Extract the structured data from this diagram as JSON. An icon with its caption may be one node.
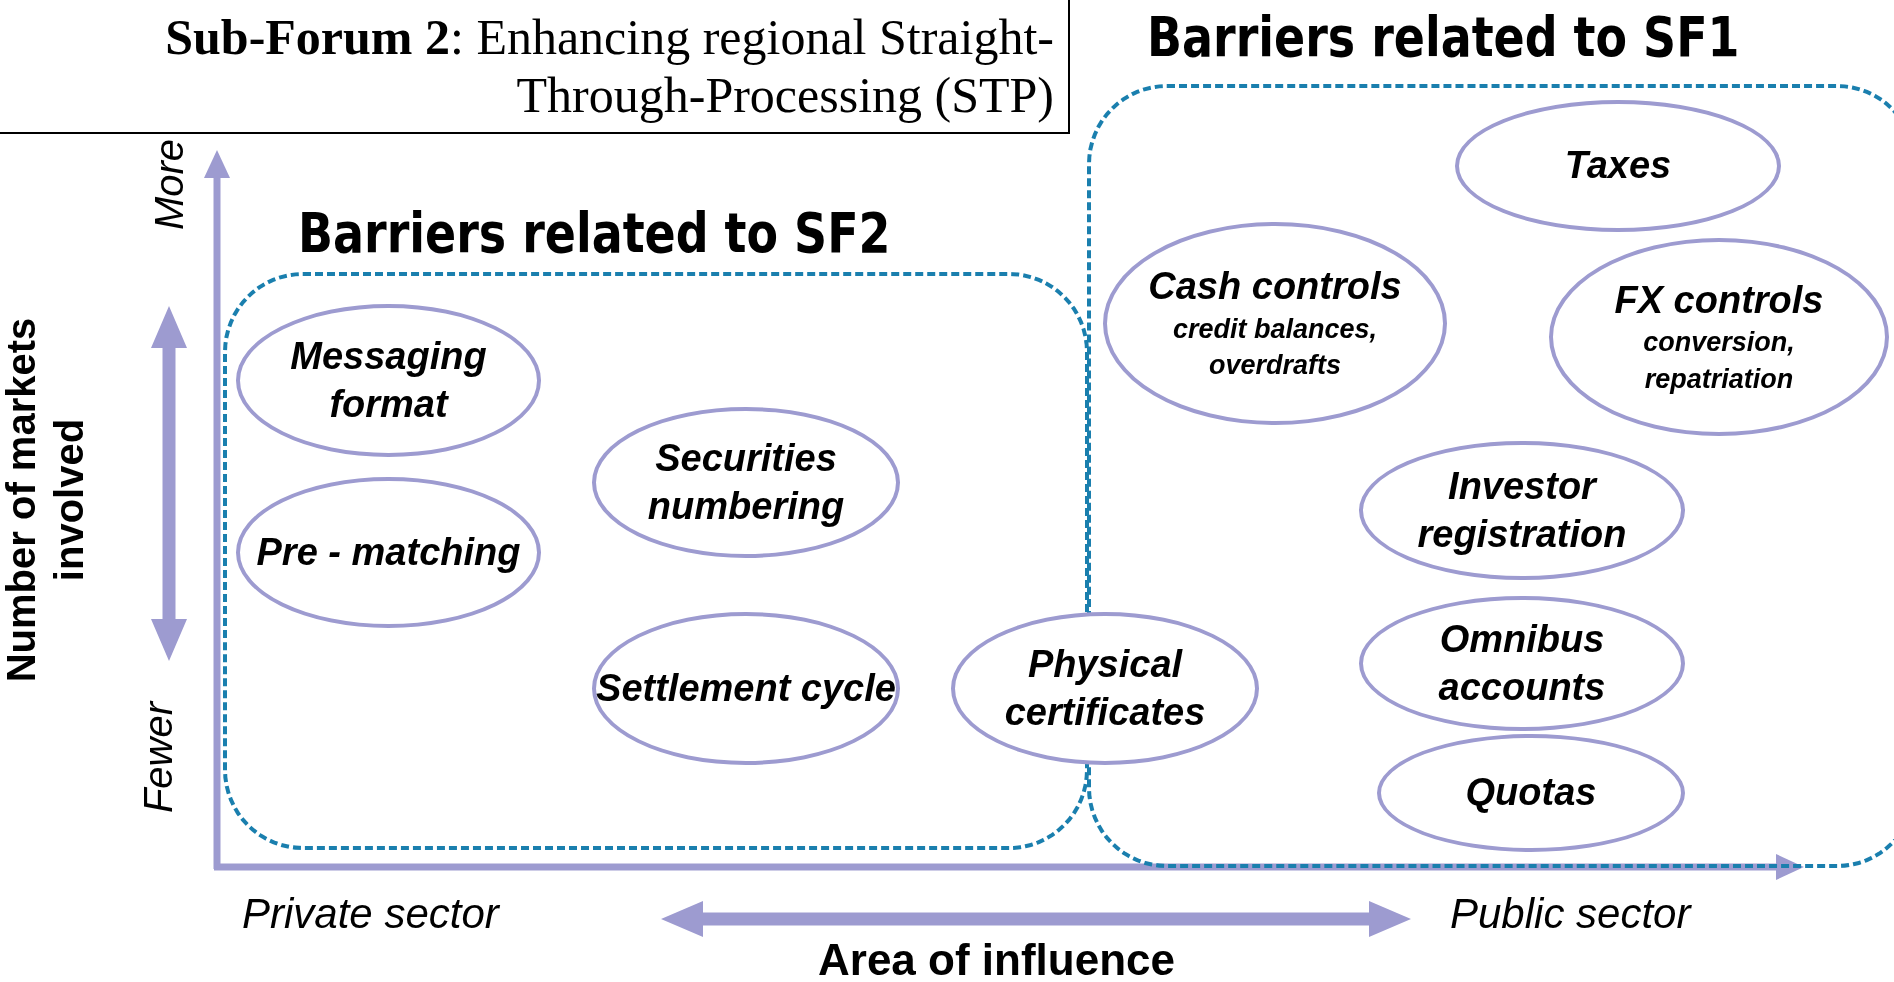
{
  "diagram": {
    "title": "**Sub-Forum 2**: Enhancing regional Straight-Through-Processing (STP)",
    "nodes": [
      {
        "text": [
          "Barriers related to SF1"
        ]
      },
      {
        "text": [
          "Taxes"
        ],
        "in": 0
      },
      {
        "text": [
          "Cash controls",
          "credit balances, overdrafts"
        ],
        "in": 0
      },
      {
        "text": [
          "FX controls",
          "conversion, repatriation"
        ],
        "in": 0
      },
      {
        "text": [
          "Barriers related to SF2"
        ]
      },
      {
        "text": [
          "Messaging format"
        ],
        "in": 4
      },
      {
        "text": [
          "Securities numbering"
        ],
        "in": 4
      },
      {
        "text": [
          "Investor registration"
        ],
        "in": 0
      },
      {
        "text": [
          "Pre - matching"
        ],
        "in": 4
      },
      {
        "text": [
          "Omnibus accounts"
        ],
        "in": 0
      },
      {
        "text": [
          "Settlement cycle"
        ],
        "in": 4
      },
      {
        "text": [
          "Physical certificates"
        ]
      },
      {
        "text": [
          "Quotas"
        ],
        "in": 0
      }
    ],
    "labels": [
      "More",
      "Number of markets involved",
      "Fewer",
      "Private sector",
      "Public sector",
      "Area of influence"
    ]
  }
}
